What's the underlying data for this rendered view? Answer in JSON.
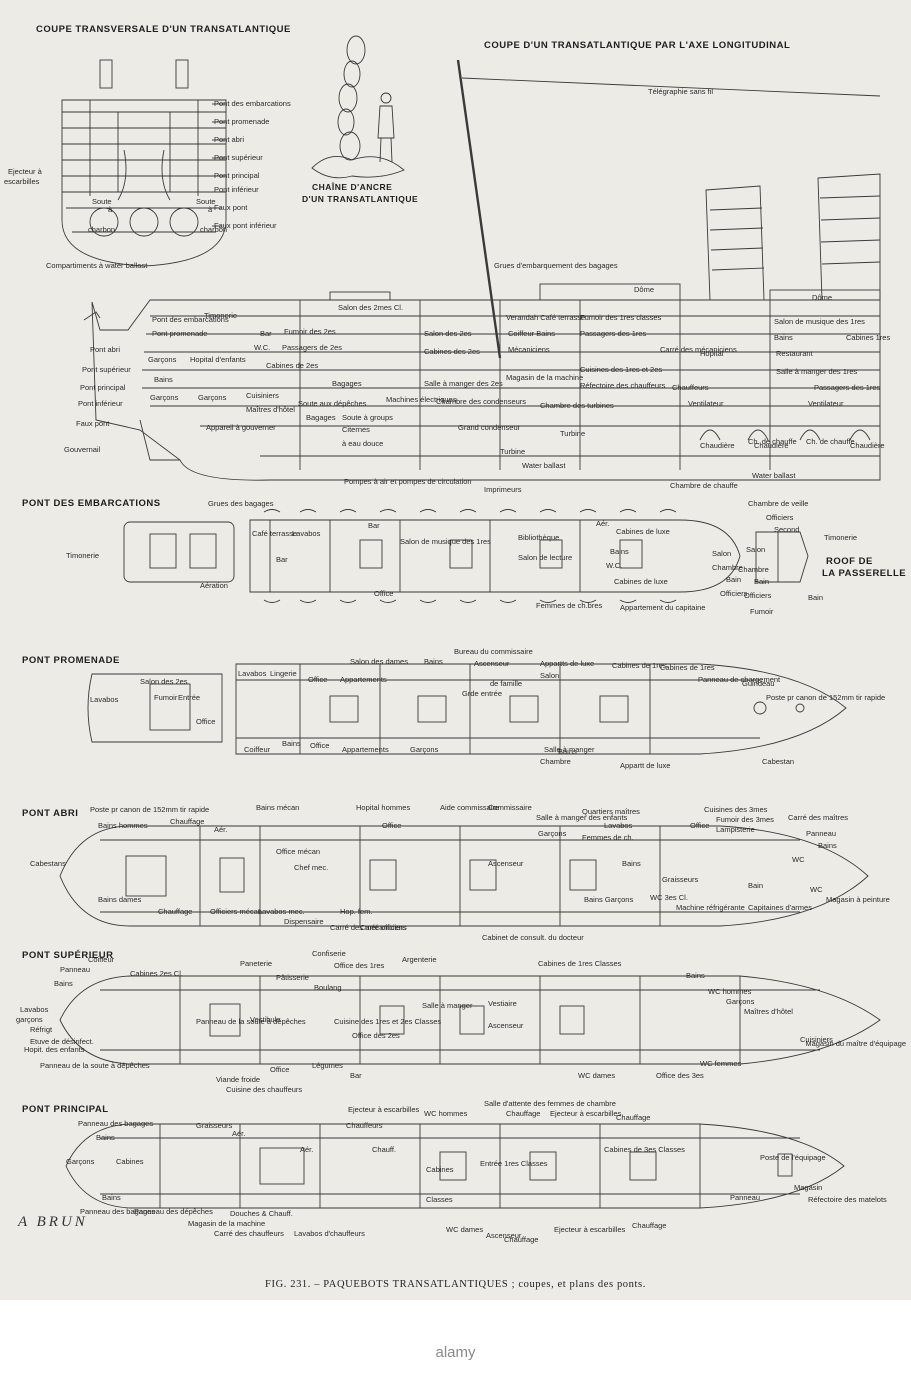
{
  "headings": {
    "transverse": "COUPE TRANSVERSALE D'UN TRANSATLANTIQUE",
    "longitudinal": "COUPE D'UN TRANSATLANTIQUE PAR L'AXE LONGITUDINAL",
    "anchor_line1": "CHAÎNE D'ANCRE",
    "anchor_line2": "D'UN TRANSATLANTIQUE",
    "pont_embarcations": "PONT DES EMBARCATIONS",
    "pont_promenade": "PONT PROMENADE",
    "pont_abri": "PONT ABRI",
    "pont_superieur": "PONT SUPÉRIEUR",
    "pont_principal": "PONT PRINCIPAL",
    "roof_line1": "ROOF DE",
    "roof_line2": "LA PASSERELLE"
  },
  "transverse_labels": [
    "Pont des embarcations",
    "Pont promenade",
    "Pont abri",
    "Pont supérieur",
    "Pont principal",
    "Pont inférieur",
    "Faux pont",
    "Faux pont inférieur",
    "Ejecteur à",
    "escarbilles",
    "Soute",
    "Soute",
    "à",
    "à",
    "charbon",
    "charbon",
    "Compartiments à water ballast"
  ],
  "longitudinal_labels": [
    "Télégraphie sans fil",
    "Grues d'embarquement des bagages",
    "Dôme",
    "Dôme",
    "Timonerie",
    "Pont des embarcations",
    "Pont promenade",
    "Pont abri",
    "Pont supérieur",
    "Pont principal",
    "Pont inférieur",
    "Faux pont",
    "Gouvernail",
    "Salon des 2mes Cl.",
    "Bar",
    "Fumoir des 2es",
    "W.C.",
    "Passagers de 2es",
    "Garçons",
    "Bains",
    "Hopital d'enfants",
    "Cabines de 2es",
    "Bagages",
    "Garçons",
    "Garçons",
    "Cuisiniers",
    "Maîtres d'hôtel",
    "Soute aux dépêches",
    "Bagages",
    "Appareil à gouverner",
    "Soute à groups",
    "Citernes",
    "à eau douce",
    "Salon des 2es",
    "Cabines des 2es",
    "Salle à manger des 2es",
    "Machines électriques",
    "Chambre des condenseurs",
    "Grand condenseur",
    "Verandah Café terrasse",
    "Coiffeur Bains",
    "Mécaniciens",
    "Magasin de la machine",
    "Fumoir des 1res classes",
    "Passagers des 1res",
    "Carré des mécaniciens",
    "Hopital",
    "Cuisines des 1res et 2es",
    "Réfectoire des chauffeurs",
    "Chauffeurs",
    "Chambre des turbines",
    "Turbine",
    "Turbine",
    "Water ballast",
    "Ventilateur",
    "Salon de musique des 1res",
    "Bains",
    "Cabines 1res",
    "Restaurant",
    "Salle à manger des 1res",
    "Passagers des 1res",
    "Ventilateur",
    "Chaudière",
    "Ch. de chauffe",
    "Chaudière",
    "Ch. de chauffe",
    "Chaudière",
    "Water ballast",
    "Pompes à air et pompes de circulation",
    "Chambre de chauffe"
  ],
  "embarcations_labels": [
    "Grues des bagages",
    "Timonerie",
    "Aération",
    "Café terrasse",
    "Lavabos",
    "Bar",
    "Bar",
    "Salon de musique des 1res",
    "Imprimeurs",
    "Bibliothèque",
    "Salon de lecture",
    "Bains",
    "W.C.",
    "Cabines de luxe",
    "Cabines de luxe",
    "Appartement du capitaine",
    "Femmes de ch.bres",
    "Office",
    "Aér.",
    "Salon",
    "Chambre",
    "Bain",
    "Officiers",
    "Chambre de veille",
    "Officiers",
    "Second",
    "Timonerie",
    "Salon",
    "Chambre",
    "Bain",
    "Officiers",
    "Fumoir",
    "Bain"
  ],
  "promenade_labels": [
    "Salon des 2es",
    "Lavabos",
    "Fumoir",
    "Entrée",
    "Office",
    "Coiffeur",
    "Bains",
    "Office",
    "Lavabos",
    "Lingerie",
    "Office",
    "Appartements",
    "Salon des dames",
    "Bains",
    "Bureau du commissaire",
    "Ascenseur",
    "Appartts de luxe",
    "Cabines de 1res",
    "Salon",
    "de famille",
    "Grde entrée",
    "Appartements",
    "Garçons",
    "Bains",
    "Salle à manger",
    "Chambre",
    "Appartt de luxe",
    "Cabines de 1res",
    "Panneau de chargement",
    "Guindeau",
    "Poste pr canon de 152mm tir rapide",
    "Cabestan",
    "Cabestan"
  ],
  "abri_labels": [
    "Poste pr canon de 152mm tir rapide",
    "Bains hommes",
    "Chauffage",
    "Aér.",
    "Cabestans",
    "Bains dames",
    "Chauffage",
    "Bains mécan",
    "Office mécan",
    "Chef mec.",
    "Officiers mécan.",
    "Lavabos mec.",
    "Dispensaire",
    "Hop. fem.",
    "Carré des mécaniciens",
    "Hopital hommes",
    "Office",
    "Aide commissaire",
    "Commissaire",
    "Salle à manger des enfants",
    "Garçons",
    "Femmes de ch.",
    "Ascenseur",
    "Carré officiers",
    "Cabinet de consult. du docteur",
    "Quartiers maîtres",
    "Lavabos",
    "Bains",
    "Bains Garçons",
    "WC 3es Cl.",
    "Graisseurs",
    "Machine réfrigérante",
    "Cuisines des 3mes",
    "Fumoir des 3mes",
    "Lampisterie",
    "Office",
    "Carré des maîtres",
    "Panneau",
    "Bains",
    "WC",
    "WC",
    "Magasin à peinture",
    "Bain",
    "Capitaines d'armes"
  ],
  "superieur_labels": [
    "Coiffeur",
    "Panneau",
    "Bains",
    "Lavabos",
    "garçons",
    "Réfrigt",
    "Etuve de désinfect.",
    "Hopit. des enfants",
    "Panneau de la soute à dépêches",
    "Cabines 2es Cl.",
    "Panneau de la soute à dépêches",
    "Paneterie",
    "Pâtisserie",
    "Confiserie",
    "Office des 1res",
    "Boulang",
    "Argenterie",
    "Vestibule",
    "Cuisine des 1res et 2es Classes",
    "Office des 2es",
    "Viande froide",
    "Office",
    "Légumes",
    "Cuisine des chauffeurs",
    "Bar",
    "Salle à manger",
    "Vestiaire",
    "Ascenseur",
    "Cabines de 1res Classes",
    "Bains",
    "WC hommes",
    "Garçons",
    "Maîtres d'hôtel",
    "Cuisiniers",
    "WC dames",
    "WC femmes",
    "Office des 3es",
    "Magasin du maître d'équipage"
  ],
  "principal_labels": [
    "Panneau des bagages",
    "Bains",
    "Garçons",
    "Cabines",
    "Bains",
    "Panneau des bagages",
    "Panneau des dépêches",
    "Graisseurs",
    "Aér.",
    "Chauffeurs",
    "Chauff.",
    "Aér.",
    "Ejecteur à escarbilles",
    "Magasin de la machine",
    "Douches & Chauff.",
    "Carré des chauffeurs",
    "Lavabos d'chauffeurs",
    "Cabines",
    "Classes",
    "Entrée 1res Classes",
    "WC dames",
    "Ascenseur",
    "Chauffage",
    "Salle d'attente des femmes de chambre",
    "WC hommes",
    "Chauffage",
    "Ejecteur à escarbilles",
    "Chauffage",
    "Cabines de 3es Classes",
    "Ejecteur à escarbilles",
    "Chauffage",
    "Poste de l'équipage",
    "Magasin",
    "Réfectoire des matelots",
    "Panneau"
  ],
  "signature": "A BRUN",
  "caption": "FIG. 231. – PAQUEBOTS TRANSATLANTIQUES ; coupes, et plans des ponts.",
  "watermark": "alamy",
  "colors": {
    "paper": "#ecebe6",
    "ink": "#2a2a2a",
    "footer": "#ffffff",
    "watermark": "#8a8a8a"
  }
}
